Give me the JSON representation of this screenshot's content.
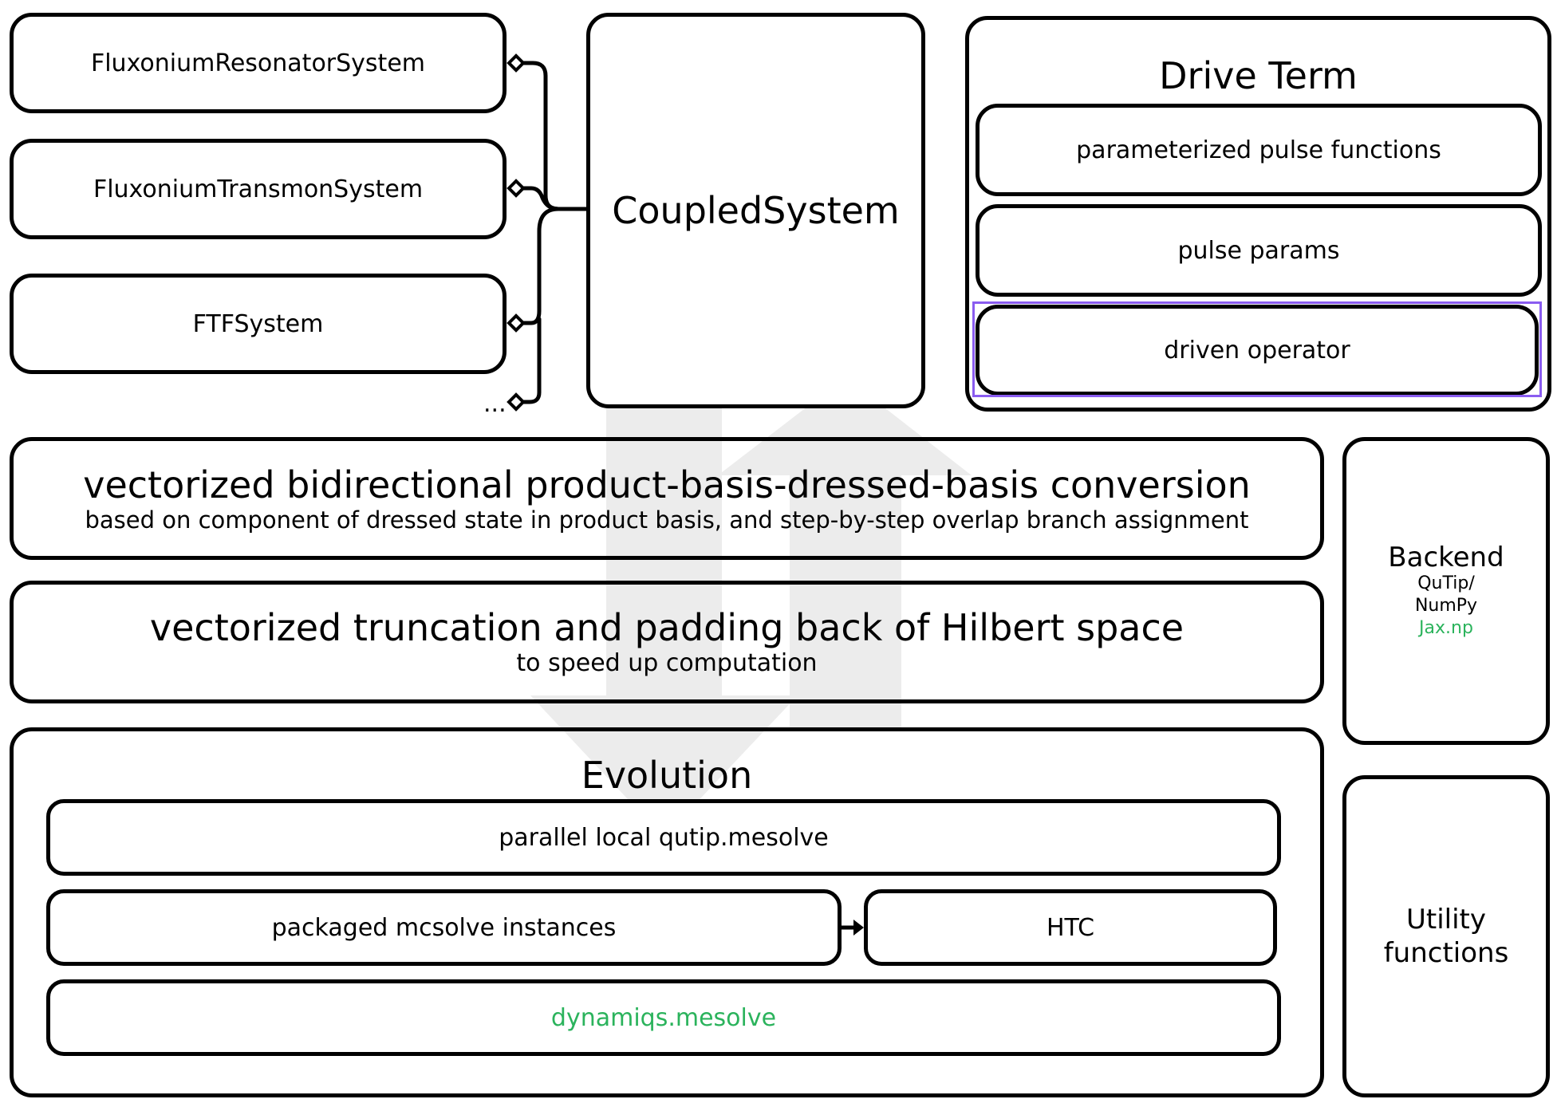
{
  "subsystems": [
    "FluxoniumResonatorSystem",
    "FluxoniumTransmonSystem",
    "FTFSystem",
    "..."
  ],
  "coupled_system": "CoupledSystem",
  "drive_term": {
    "title": "Drive Term",
    "items": [
      "parameterized pulse functions",
      "pulse params",
      "driven operator"
    ],
    "highlight_color": "#8a5cf0"
  },
  "conversion": {
    "title": "vectorized bidirectional product-basis-dressed-basis conversion",
    "subtitle": "based on component of dressed state in product basis, and step-by-step overlap branch assignment"
  },
  "truncation": {
    "title": "vectorized truncation and padding back of Hilbert space",
    "subtitle": "to speed up computation"
  },
  "evolution": {
    "title": "Evolution",
    "parallel": "parallel local qutip.mesolve",
    "mcsolve": "packaged mcsolve instances",
    "htc": "HTC",
    "dynamiqs": "dynamiqs.mesolve"
  },
  "backend": {
    "title": "Backend",
    "line1": "QuTip/",
    "line2": "NumPy",
    "line3": "Jax.np"
  },
  "utility": {
    "line1": "Utility",
    "line2": "functions"
  },
  "colors": {
    "accent_green": "#2bb35c",
    "background_arrows": "#ececec"
  }
}
